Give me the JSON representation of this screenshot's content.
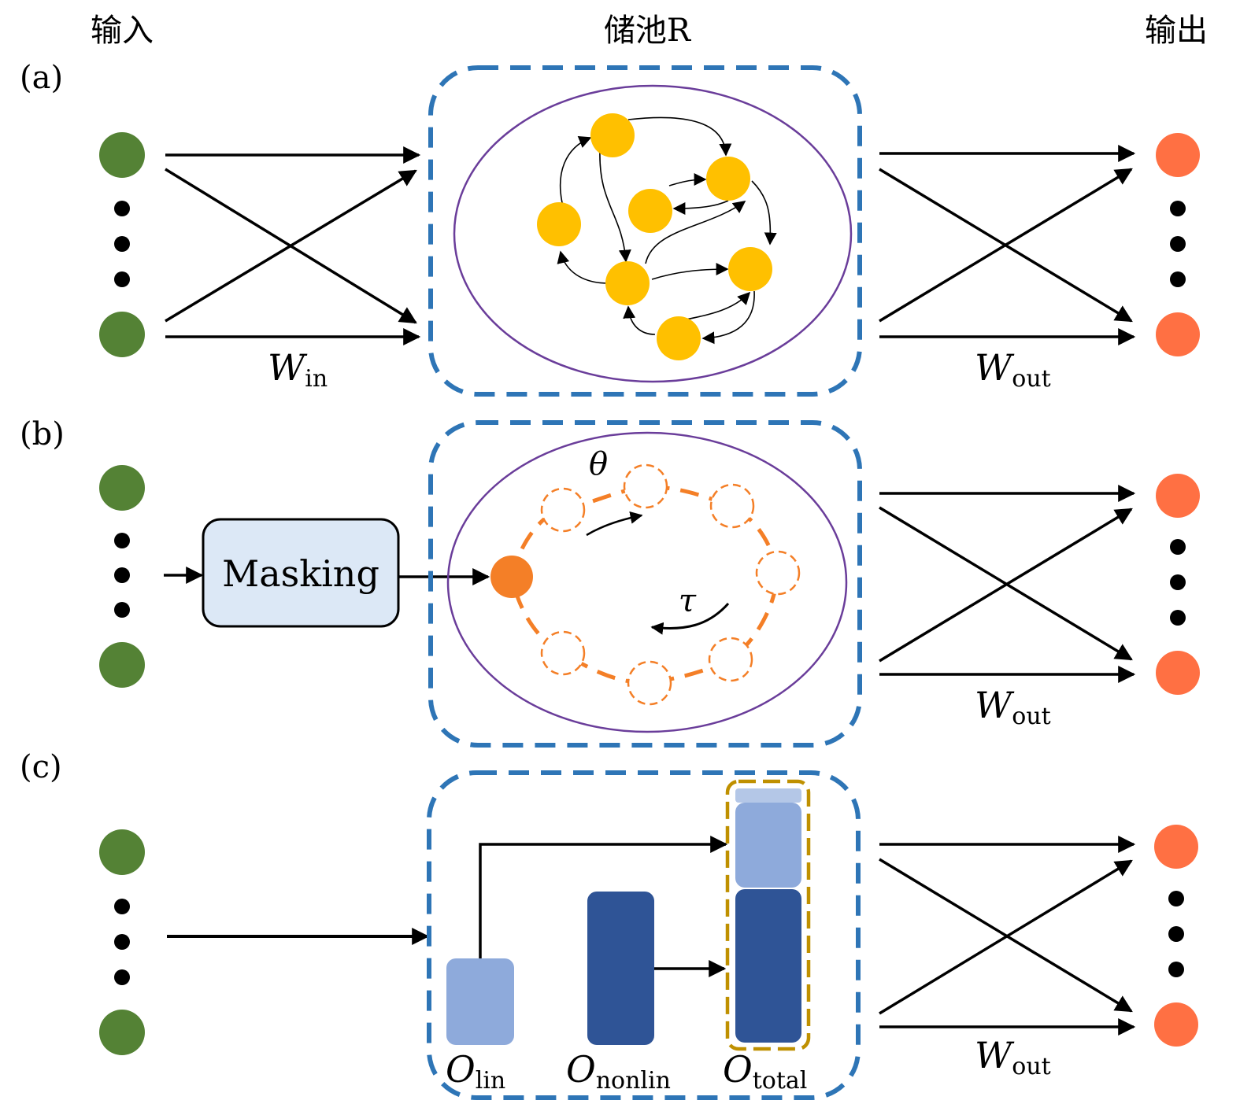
{
  "headers": {
    "input": "输入",
    "reservoir": "储池R",
    "output": "输出"
  },
  "panels": {
    "a": {
      "label": "(a)",
      "win": {
        "main": "W",
        "sub": "in"
      },
      "wout": {
        "main": "W",
        "sub": "out"
      }
    },
    "b": {
      "label": "(b)",
      "masking": "Masking",
      "theta": "θ",
      "tau": "τ",
      "wout": {
        "main": "W",
        "sub": "out"
      }
    },
    "c": {
      "label": "(c)",
      "o_lin": {
        "main": "O",
        "sub": "lin"
      },
      "o_nonlin": {
        "main": "O",
        "sub": "nonlin"
      },
      "o_total": {
        "main": "O",
        "sub": "total"
      },
      "wout": {
        "main": "W",
        "sub": "out"
      }
    }
  },
  "colors": {
    "input_node": "#548235",
    "output_node": "#FF7043",
    "reservoir_node": "#FFC000",
    "virtual_node": "#F47F27",
    "reservoir_border": "#2E75B6",
    "ellipse": "#6A3D9A",
    "masking_fill": "#DCE8F6",
    "light_block": "#8EAADB",
    "dark_block": "#2F5496",
    "total_border": "#BF9000"
  }
}
